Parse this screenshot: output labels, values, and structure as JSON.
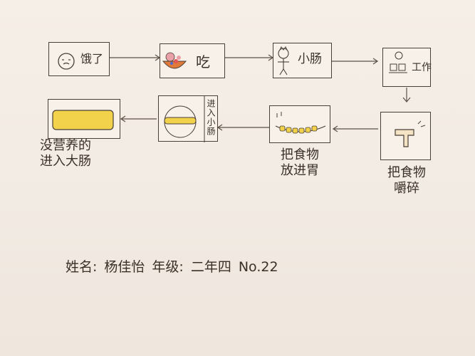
{
  "steps": {
    "hungry": {
      "label": "饿了"
    },
    "eat": {
      "label": "吃"
    },
    "small_intestine_1": {
      "label": "小肠"
    },
    "work": {
      "label": "工作"
    },
    "chew": {
      "caption": "把食物\n嚼碎"
    },
    "stomach": {
      "caption": "把食物\n放进胃"
    },
    "small_intestine_2": {
      "side_label": "进入小肠"
    },
    "large_intestine": {
      "caption": "没营养的\n进入大肠"
    }
  },
  "footer": {
    "name_label": "姓名:",
    "name_value": "杨佳怡",
    "grade_label": "年级:",
    "grade_value": "二年四",
    "number": "No.22"
  },
  "colors": {
    "ink": "#3b3027",
    "paper": "#f3ece4",
    "food_orange": "#e07a3a",
    "food_pink": "#e9a0a6"
  }
}
